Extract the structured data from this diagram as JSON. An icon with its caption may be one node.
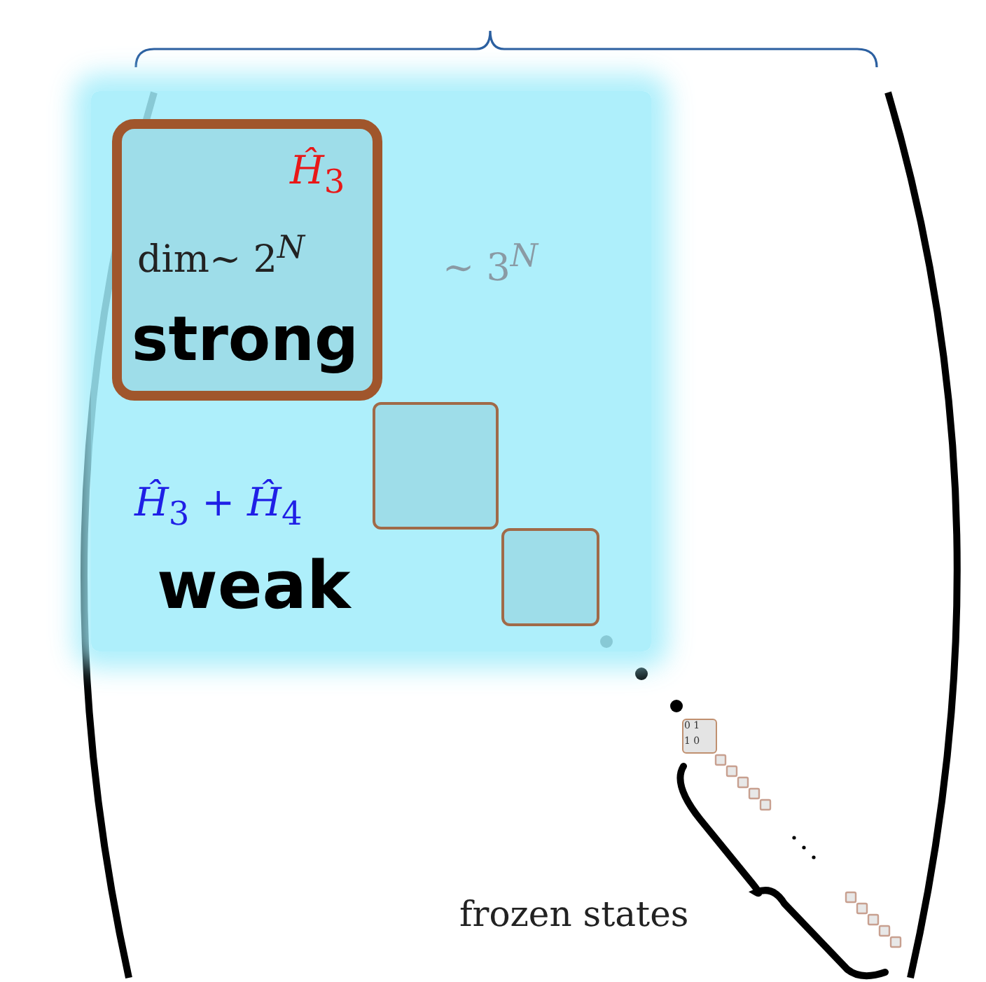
{
  "diagram": {
    "nodes": [
      {
        "text": [
          "∼ 3$^{N}$",
          "*Ĥ*$_{3}$ + *Ĥ*$_{4}$",
          "weak"
        ]
      },
      {
        "text": [
          "*Ĥ*$_{3}$",
          "dim∼ 2$^{N}$",
          "strong"
        ],
        "in": 0
      },
      {
        "text": [],
        "shape": "box",
        "in": 0
      },
      {
        "text": [],
        "shape": "box",
        "in": 0
      },
      {
        "text": [
          "0 1",
          "1 0"
        ]
      }
    ],
    "edges": [],
    "labels": [
      "frozen states"
    ]
  }
}
